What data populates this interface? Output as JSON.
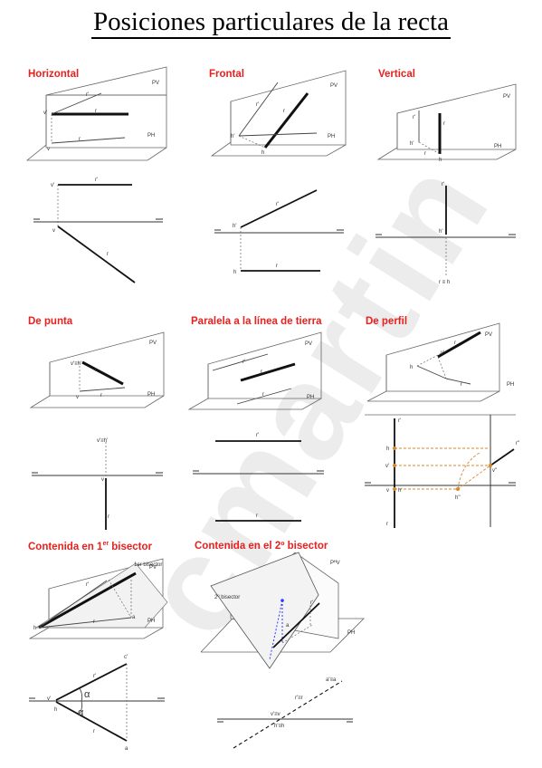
{
  "title": "Posiciones particulares de la recta",
  "watermark": "cmartin",
  "sections": {
    "horizontal": "Horizontal",
    "frontal": "Frontal",
    "vertical": "Vertical",
    "de_punta": "De punta",
    "paralela": "Paralela a la línea de tierra",
    "de_perfil": "De perfil",
    "bisector1_pre": "Contenida en 1",
    "bisector1_sup": "er",
    "bisector1_post": " bisector",
    "bisector2": "Contenida en el 2º bisector"
  },
  "labels": {
    "PV": "PV",
    "PH": "PH",
    "r": "r",
    "r_prime": "r'",
    "r_2prime": "r''",
    "v": "v",
    "v_prime": "v'",
    "v_2prime": "v''",
    "h": "h",
    "h_prime": "h'",
    "h_2prime": "h''",
    "vh": "v'≡h'",
    "r_eq": "r'≡r",
    "h_v_eq": "r ≡ h",
    "alpha": "α",
    "c_prime": "c'",
    "a": "a",
    "bisector1": "1er bisector",
    "bisector2": "2º bisector",
    "PV2": "PᴴV",
    "a_eq": "a'≡a",
    "rr": "r'≡r",
    "vv": "v'≡v",
    "hh": "h'≡h"
  }
}
